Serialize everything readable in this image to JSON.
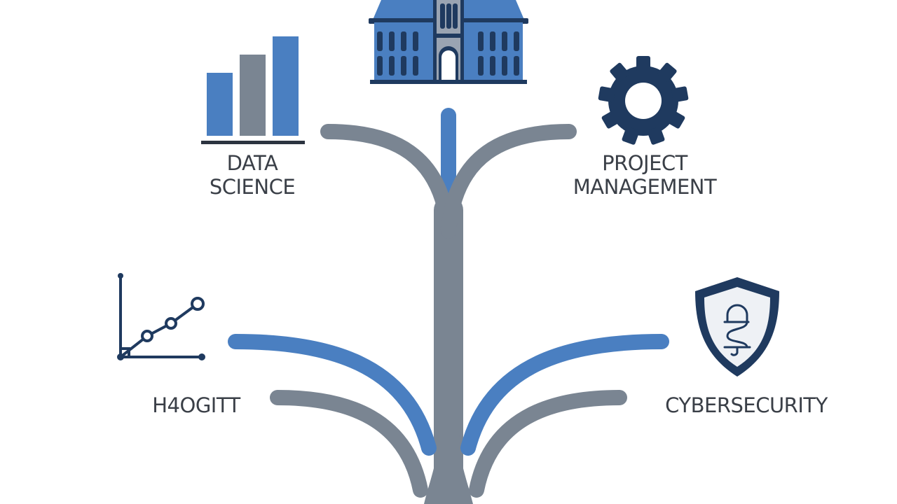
{
  "colors": {
    "blue": "#4a7fc1",
    "gray": "#7a8592",
    "navy": "#1f3a5f",
    "text": "#3a3f47",
    "background": "#ffffff"
  },
  "nodes": {
    "top": {
      "icon": "university-building-icon",
      "label": ""
    },
    "data_science": {
      "icon": "bar-chart-icon",
      "line1": "DATA",
      "line2": "SCIENCE"
    },
    "project_management": {
      "icon": "gear-icon",
      "line1": "PROJECT",
      "line2": "MANAGEMENT"
    },
    "analytics": {
      "icon": "line-graph-icon",
      "label": "H4OGITT"
    },
    "cybersecurity": {
      "icon": "shield-lock-icon",
      "label": "CYBERSECURITY"
    }
  }
}
